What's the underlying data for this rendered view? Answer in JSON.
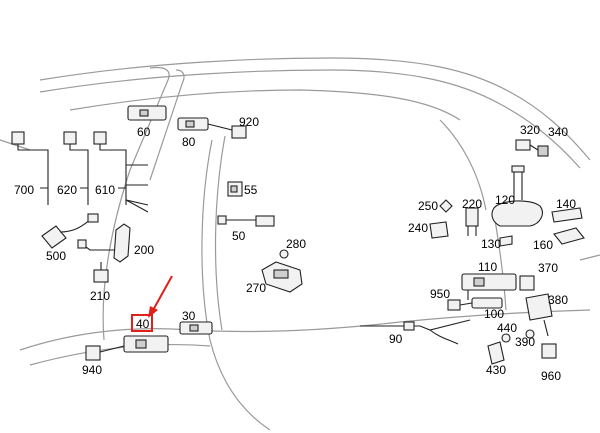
{
  "labels": {
    "l700": "700",
    "l620": "620",
    "l610": "610",
    "l60": "60",
    "l80": "80",
    "l920": "920",
    "l500": "500",
    "l200": "200",
    "l210": "210",
    "l55": "55",
    "l50": "50",
    "l280": "280",
    "l270": "270",
    "l30": "30",
    "l40": "40",
    "l940": "940",
    "l320": "320",
    "l340": "340",
    "l250": "250",
    "l220": "220",
    "l240": "240",
    "l120": "120",
    "l140": "140",
    "l130": "130",
    "l160": "160",
    "l110": "110",
    "l370": "370",
    "l950": "950",
    "l100": "100",
    "l380": "380",
    "l90": "90",
    "l440": "440",
    "l390": "390",
    "l430": "430",
    "l960": "960"
  },
  "colors": {
    "highlight": "#e0201a",
    "outline": "#9a9a9a",
    "part": "#222222"
  },
  "highlighted_callout": "40"
}
